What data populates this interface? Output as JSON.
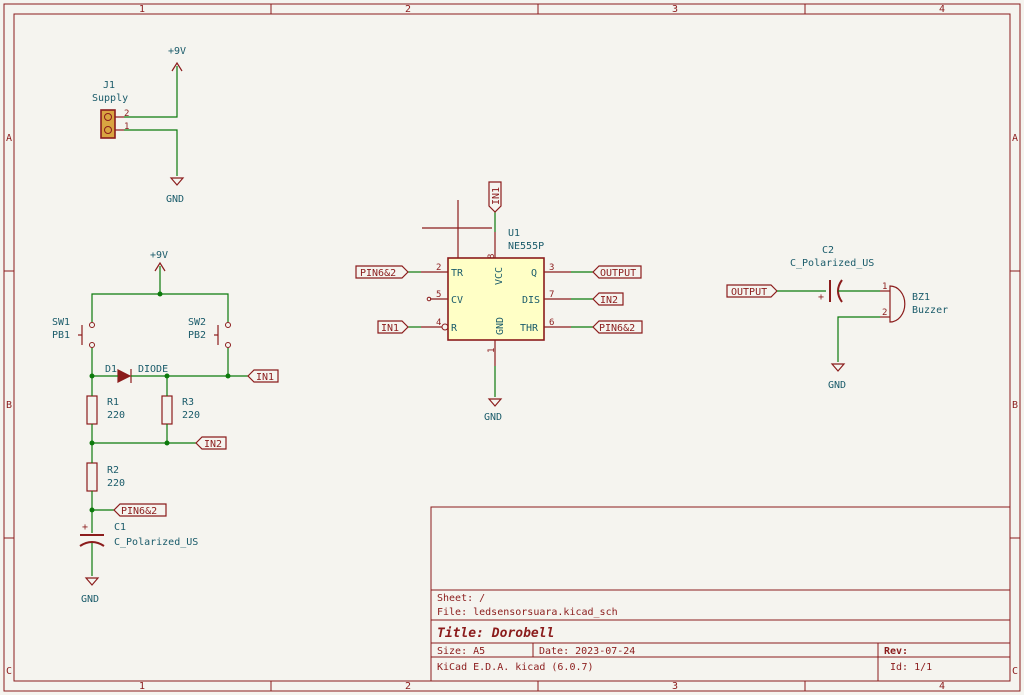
{
  "border": {
    "columns": [
      "1",
      "2",
      "3",
      "4"
    ],
    "rows": [
      "A",
      "B",
      "C"
    ]
  },
  "power": {
    "vcc": "+9V",
    "gnd": "GND"
  },
  "components": {
    "j1": {
      "ref": "J1",
      "value": "Supply",
      "pins": [
        "2",
        "1"
      ]
    },
    "sw1": {
      "ref": "SW1",
      "value": "PB1"
    },
    "sw2": {
      "ref": "SW2",
      "value": "PB2"
    },
    "d1": {
      "ref": "D1",
      "value": "DIODE"
    },
    "r1": {
      "ref": "R1",
      "value": "220"
    },
    "r2": {
      "ref": "R2",
      "value": "220"
    },
    "r3": {
      "ref": "R3",
      "value": "220"
    },
    "c1": {
      "ref": "C1",
      "value": "C_Polarized_US",
      "plus": "+"
    },
    "u1": {
      "ref": "U1",
      "value": "NE555P",
      "pins": {
        "tr": {
          "num": "2",
          "name": "TR"
        },
        "cv": {
          "num": "5",
          "name": "CV"
        },
        "r": {
          "num": "4",
          "name": "R"
        },
        "vcc": {
          "num": "8",
          "name": "VCC"
        },
        "gnd": {
          "num": "1",
          "name": "GND"
        },
        "q": {
          "num": "3",
          "name": "Q"
        },
        "dis": {
          "num": "7",
          "name": "DIS"
        },
        "thr": {
          "num": "6",
          "name": "THR"
        }
      }
    },
    "c2": {
      "ref": "C2",
      "value": "C_Polarized_US",
      "plus": "+"
    },
    "bz1": {
      "ref": "BZ1",
      "value": "Buzzer",
      "pins": [
        "1",
        "2"
      ]
    }
  },
  "labels": {
    "in1": "IN1",
    "in2": "IN2",
    "pin6_2": "PIN6&2",
    "output": "OUTPUT"
  },
  "title_block": {
    "sheet": "Sheet: /",
    "file": "File: ledsensorsuara.kicad_sch",
    "title": "Title: Dorobell",
    "size": "Size: A5",
    "date": "Date: 2023-07-24",
    "rev": "Rev:",
    "tool": "KiCad E.D.A.  kicad (6.0.7)",
    "id": "Id: 1/1"
  }
}
